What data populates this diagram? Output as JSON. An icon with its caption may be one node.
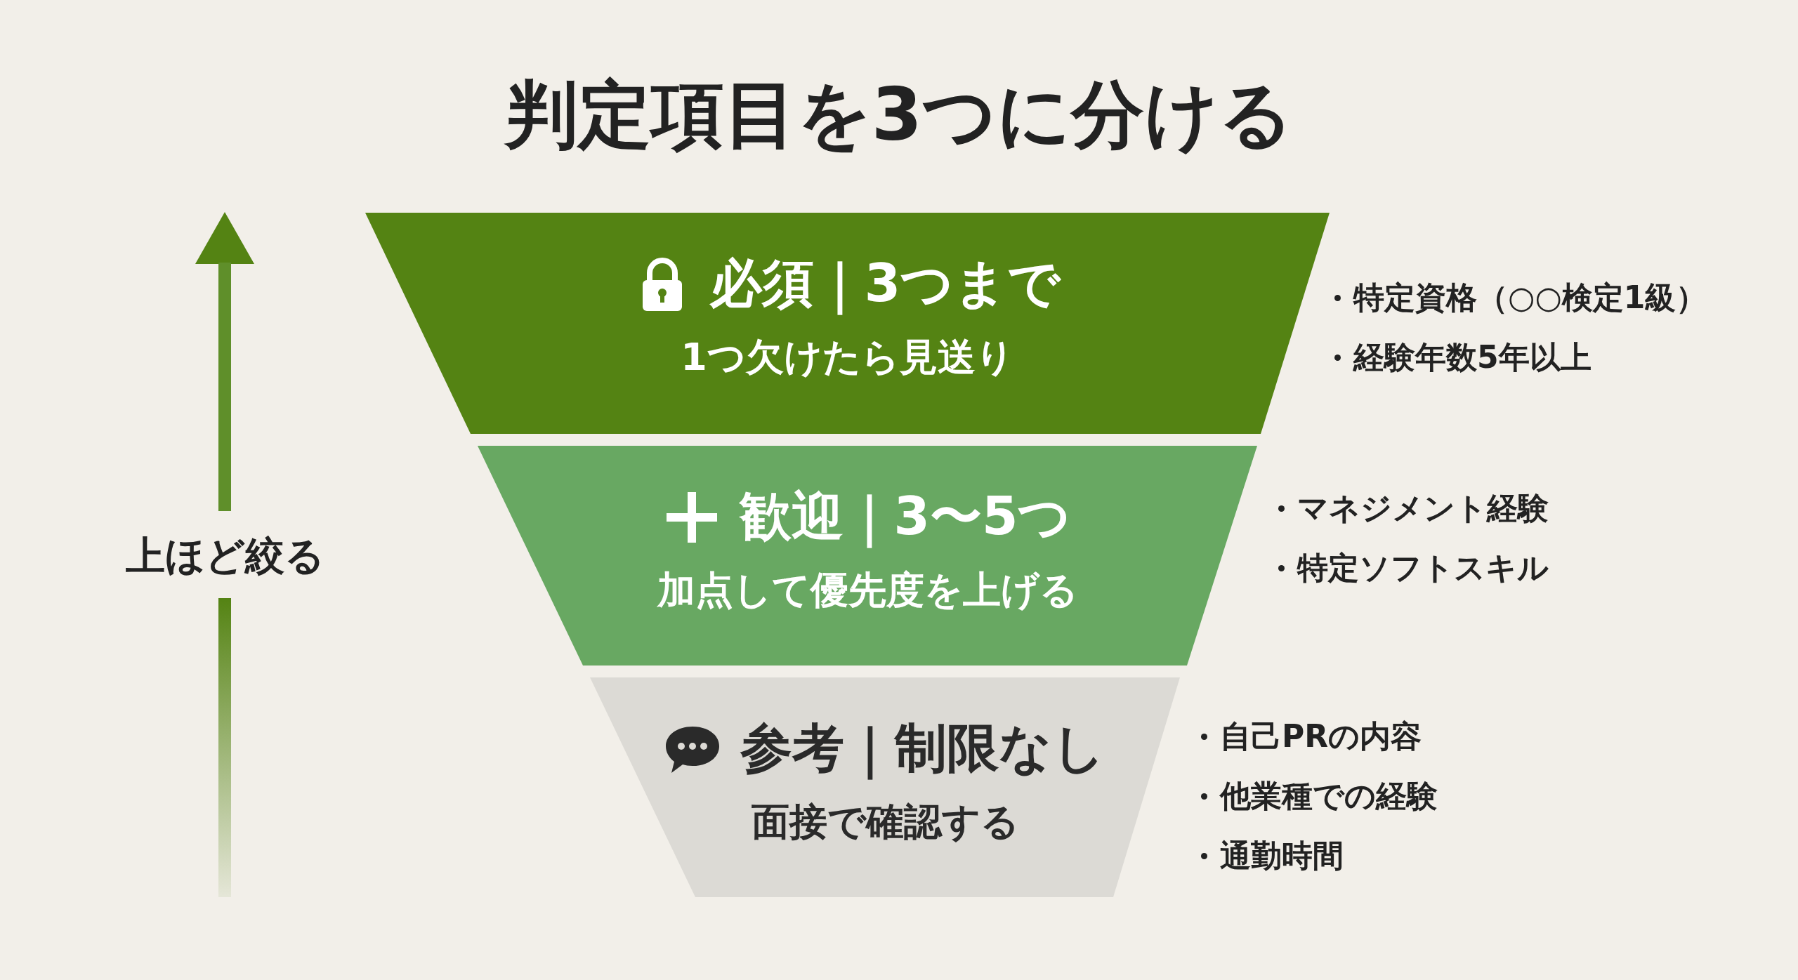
{
  "diagram": {
    "title": "判定項目を3つに分ける",
    "nodes": [
      {
        "text": [
          "必須｜3つまで",
          "1つ欠けたら見送り"
        ],
        "beside": [
          "特定資格（○○検定1級）",
          "経験年数5年以上"
        ]
      },
      {
        "text": [
          "歓迎｜3〜5つ",
          "加点して優先度を上げる"
        ],
        "beside": [
          "マネジメント経験",
          "特定ソフトスキル"
        ]
      },
      {
        "text": [
          "参考｜制限なし",
          "面接で確認する"
        ],
        "beside": [
          "自己PRの内容",
          "他業種での経験",
          "通勤時間"
        ]
      }
    ],
    "labels": [
      "上ほど絞る"
    ]
  }
}
